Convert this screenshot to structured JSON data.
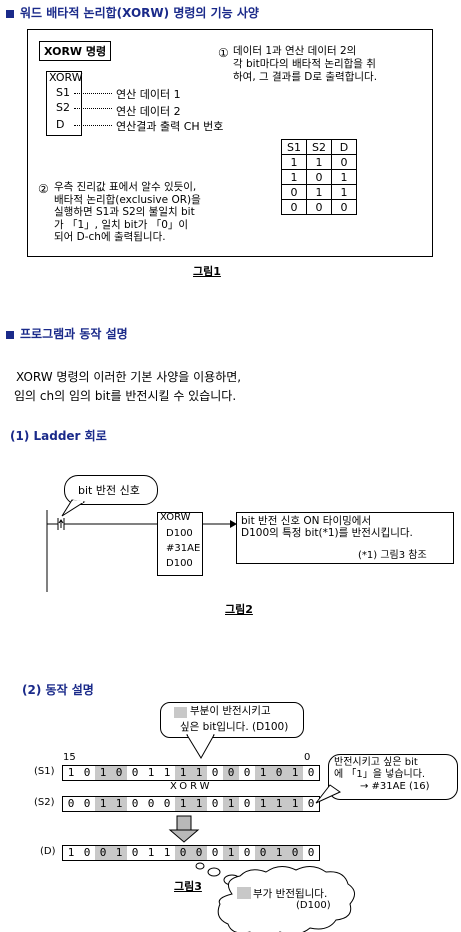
{
  "section1": {
    "title": "워드 배타적 논리합(XORW) 명령의 기능 사양"
  },
  "fig1": {
    "cmd_label": "XORW 명령",
    "block": {
      "name": "XORW",
      "op1": "S1",
      "op2": "S2",
      "op3": "D"
    },
    "desc1": "연산 데이터 1",
    "desc2": "연산 데이터 2",
    "desc3": "연산결과 출력 CH 번호",
    "note1_marker": "①",
    "note1_lines": [
      "데이터 1과 연산 데이터 2의",
      "각 bit마다의 배타적 논리합을 취",
      "하여, 그 결과를 D로 출력합니다."
    ],
    "note2_marker": "②",
    "note2_lines": [
      "우측 진리값 표에서 알수 있듯이,",
      "배타적 논리합(exclusive OR)을",
      "실행하면 S1과 S2의 불일치 bit",
      "가 「1」, 일치 bit가 「0」이",
      "되어 D-ch에 출력됩니다."
    ],
    "table": {
      "headers": [
        "S1",
        "S2",
        "D"
      ],
      "rows": [
        [
          "1",
          "1",
          "0"
        ],
        [
          "1",
          "0",
          "1"
        ],
        [
          "0",
          "1",
          "1"
        ],
        [
          "0",
          "0",
          "0"
        ]
      ]
    },
    "caption": "그림1"
  },
  "section2": {
    "title": "프로그램과 동작 설명",
    "intro_lines": [
      "XORW 명령의 이러한 기본 사양을 이용하면,",
      "임의 ch의 임의 bit를 반전시킬 수 있습니다."
    ]
  },
  "ladder": {
    "title": "(1) Ladder 회로",
    "bubble": "bit 반전 신호",
    "block": [
      "XORW",
      "D100",
      "#31AE",
      "D100"
    ],
    "callout_lines": [
      "bit 반전 신호 ON 타이밍에서",
      "D100의 특정 bit(*1)를 반전시킵니다."
    ],
    "callout_ref": "(*1) 그림3 참조",
    "caption": "그림2"
  },
  "operation": {
    "title": "(2) 동작 설명",
    "top_bubble_lines": [
      "부분이 반전시키고",
      "싶은 bit입니다. (D100)"
    ],
    "bit_high": "15",
    "bit_low": "0",
    "s1_label": "(S1)",
    "s2_label": "(S2)",
    "d_label": "(D)",
    "op_label": "XORW",
    "s1_bits": "1010011110001010",
    "s2_bits": "0011000110101110",
    "d_bits": "1001011000100100",
    "right_bubble_lines": [
      "반전시키고 싶은 bit",
      "에 「1」을 넣습니다.",
      "→ #31AE (16)"
    ],
    "bottom_bubble_lines": [
      "부가 반전됩니다.",
      "(D100)"
    ],
    "caption": "그림3"
  }
}
